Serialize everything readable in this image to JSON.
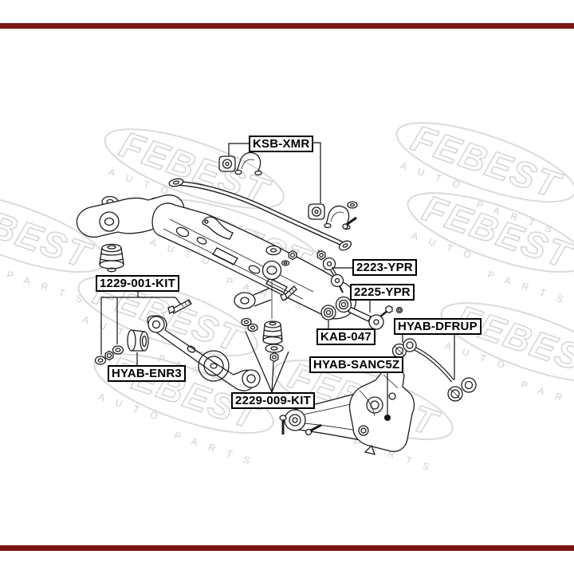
{
  "page": {
    "background_color": "#ffffff",
    "top_bar_color": "#7a1712",
    "bottom_bar_color": "#7a1712"
  },
  "watermark": {
    "brand": "FEBEST",
    "word_top": "A U T O",
    "word_bottom": "P A R T S",
    "color": "#d2d2d2"
  },
  "diagram": {
    "type": "exploded-parts-diagram",
    "subject": "rear suspension components",
    "part_labels": [
      {
        "id": "ksb-xmr",
        "text": "KSB-XMR"
      },
      {
        "id": "2223-ypr",
        "text": "2223-YPR"
      },
      {
        "id": "2225-ypr",
        "text": "2225-YPR"
      },
      {
        "id": "kab-047",
        "text": "KAB-047"
      },
      {
        "id": "hyab-dfrup",
        "text": "HYAB-DFRUP"
      },
      {
        "id": "hyab-sanc5z",
        "text": "HYAB-SANC5Z"
      },
      {
        "id": "1229-001-kit",
        "text": "1229-001-KIT"
      },
      {
        "id": "hyab-enr3",
        "text": "HYAB-ENR3"
      },
      {
        "id": "2229-009-kit",
        "text": "2229-009-KIT"
      }
    ]
  }
}
